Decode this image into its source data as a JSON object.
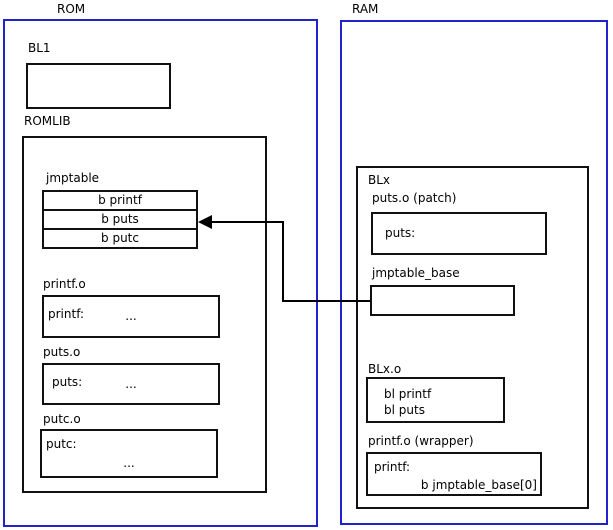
{
  "colors": {
    "border_blue": "#2222cc",
    "border_black": "#111111",
    "background": "#ffffff",
    "arrow": "#000000"
  },
  "rom": {
    "title": "ROM",
    "bl1_label": "BL1",
    "romlib_label": "ROMLIB",
    "jmptable": {
      "label": "jmptable",
      "rows": [
        "b printf",
        "b puts",
        "b putc"
      ]
    },
    "printf_o": {
      "label": "printf.o",
      "sym": "printf:",
      "dots": "..."
    },
    "puts_o": {
      "label": "puts.o",
      "sym": "puts:",
      "dots": "..."
    },
    "putc_o": {
      "label": "putc.o",
      "sym": "putc:",
      "dots": "..."
    }
  },
  "ram": {
    "title": "RAM",
    "blx_label": "BLx",
    "puts_patch": {
      "label": "puts.o (patch)",
      "sym": "puts:"
    },
    "jmptable_base_label": "jmptable_base",
    "blx_o": {
      "label": "BLx.o",
      "line1": "bl printf",
      "line2": "bl puts"
    },
    "printf_wrapper": {
      "label": "printf.o (wrapper)",
      "sym": "printf:",
      "branch": "b jmptable_base[0]"
    }
  }
}
